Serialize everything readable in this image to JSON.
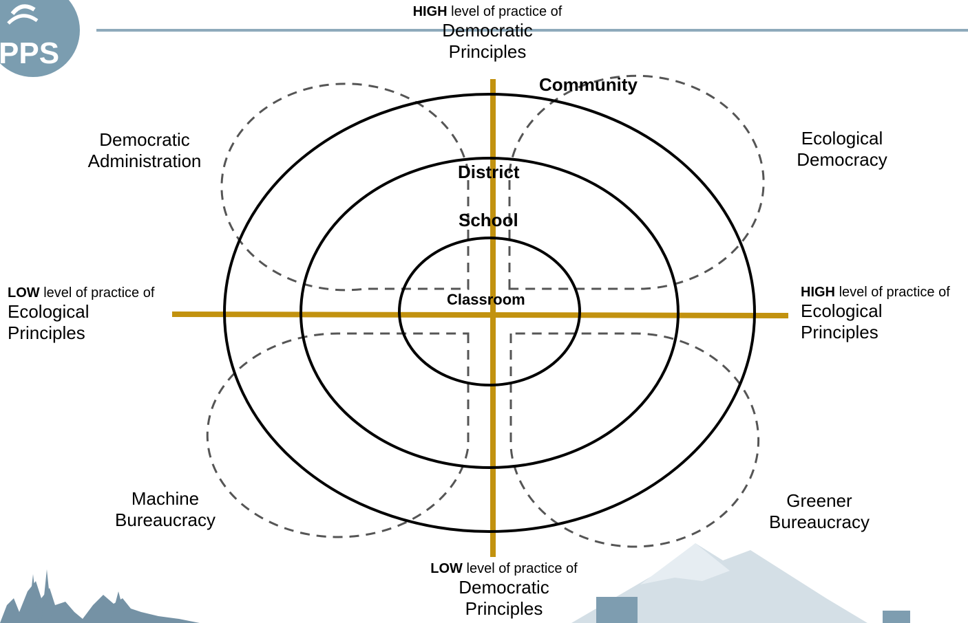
{
  "logo": {
    "text": "PPS",
    "color": "#7b9db0"
  },
  "colors": {
    "axis": "#c2920f",
    "header_rule": "#8eaabb",
    "mountain": "#9cb5c4",
    "trees": "#6f8fa2"
  },
  "axes": {
    "top": {
      "strong": "HIGH",
      "rest": "level of practice of",
      "line1": "Democratic",
      "line2": "Principles"
    },
    "bottom": {
      "strong": "LOW",
      "rest": "level of practice of",
      "line1": "Democratic",
      "line2": "Principles"
    },
    "left": {
      "strong": "LOW",
      "rest": "level of practice of",
      "line1": "Ecological",
      "line2": "Principles"
    },
    "right": {
      "strong": "HIGH",
      "rest": "level of practice of",
      "line1": "Ecological",
      "line2": "Principles"
    }
  },
  "rings": {
    "community": "Community",
    "district": "District",
    "school": "School",
    "classroom": "Classroom"
  },
  "quadrants": {
    "top_left": {
      "line1": "Democratic",
      "line2": "Administration"
    },
    "top_right": {
      "line1": "Ecological",
      "line2": "Democracy"
    },
    "bottom_left": {
      "line1": "Machine",
      "line2": "Bureaucracy"
    },
    "bottom_right": {
      "line1": "Greener",
      "line2": "Bureaucracy"
    }
  }
}
